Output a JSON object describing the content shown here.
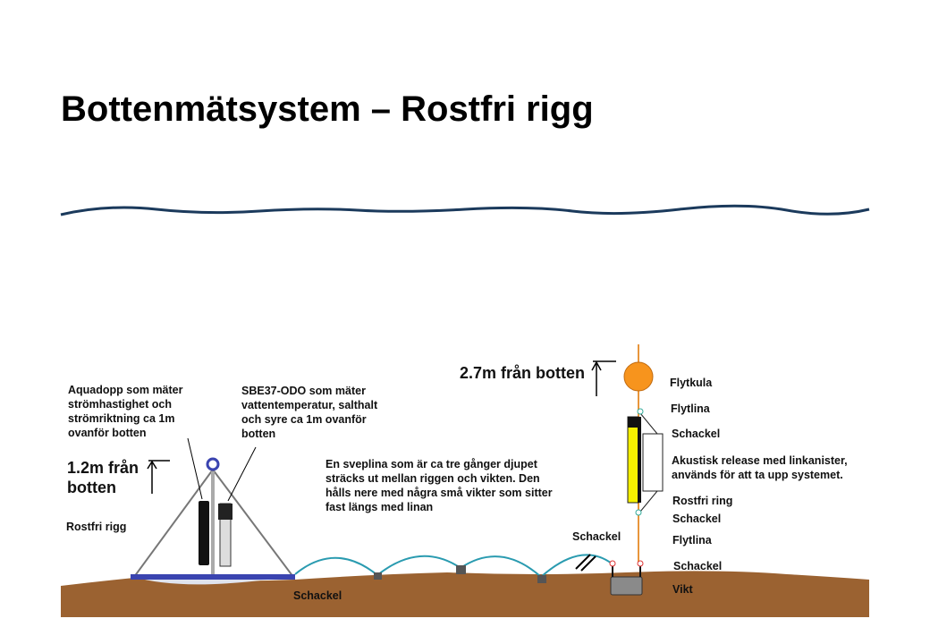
{
  "title": "Bottenmätsystem – Rostfri rigg",
  "labels": {
    "aquadopp": "Aquadopp som mäter\nströmhastighet  och\nströmriktning  ca 1m\novanför botten",
    "sbe": "SBE37-ODO  som mäter\nvattentemperatur, salthalt\noch syre ca 1m ovanför\nbotten",
    "height_rig": "1.2m från\nbotten",
    "rostfri_rigg": "Rostfri  rigg",
    "sveplina": "En sveplina som är ca tre gånger djupet\nsträcks  ut mellan riggen och vikten. Den\nhålls nere med några små vikter som sitter\nfast längs med linan",
    "schackel_bottom": "Schackel",
    "schackel_line": "Schackel",
    "height_buoy": "2.7m från botten",
    "flytkula": "Flytkula",
    "flytlina1": "Flytlina",
    "schackel1": "Schackel",
    "release": "Akustisk  release med linkanister,\nanvänds för att ta upp systemet.",
    "rostfri_ring": "Rostfri  ring",
    "schackel2": "Schackel",
    "flytlina2": "Flytlina",
    "schackel3": "Schackel",
    "vikt": "Vikt"
  },
  "colors": {
    "ground": "#9b6231",
    "water": "#1b3a5c",
    "buoy": "#f7941d",
    "line": "#e8963c",
    "sweep": "#2a9bb0",
    "release": "#f5f000"
  }
}
